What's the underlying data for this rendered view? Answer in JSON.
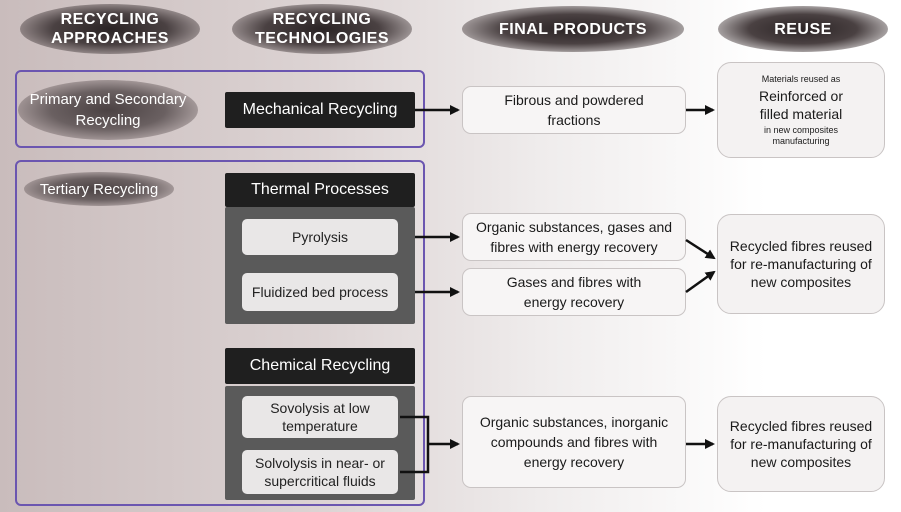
{
  "headers": {
    "approaches": "RECYCLING APPROACHES",
    "technologies": "RECYCLING TECHNOLOGIES",
    "final_products": "FINAL PRODUCTS",
    "reuse": "REUSE"
  },
  "approaches": {
    "primary": "Primary and Secondary Recycling",
    "tertiary": "Tertiary Recycling"
  },
  "technologies": {
    "mechanical": "Mechanical Recycling",
    "thermal": "Thermal Processes",
    "pyrolysis": "Pyrolysis",
    "fluidized": "Fluidized bed process",
    "chemical": "Chemical Recycling",
    "solvolysis_low": "Sovolysis at low temperature",
    "solvolysis_near": "Solvolysis in near- or supercritical fluids"
  },
  "products": {
    "fibrous": "Fibrous and powdered fractions",
    "organic_gases": "Organic substances, gases and fibres with energy recovery",
    "gases_fibres": "Gases and fibres with energy recovery",
    "organic_inorganic": "Organic substances, inorganic compounds and fibres with energy recovery"
  },
  "reuse": {
    "top_small_1": "Materials reused as",
    "top_big": "Reinforced or filled material",
    "top_small_2": "in new composites manufacturing",
    "thermal": "Recycled fibres reused for re-manufacturing of new composites",
    "chemical": "Recycled fibres reused for re-manufacturing of new composites"
  }
}
